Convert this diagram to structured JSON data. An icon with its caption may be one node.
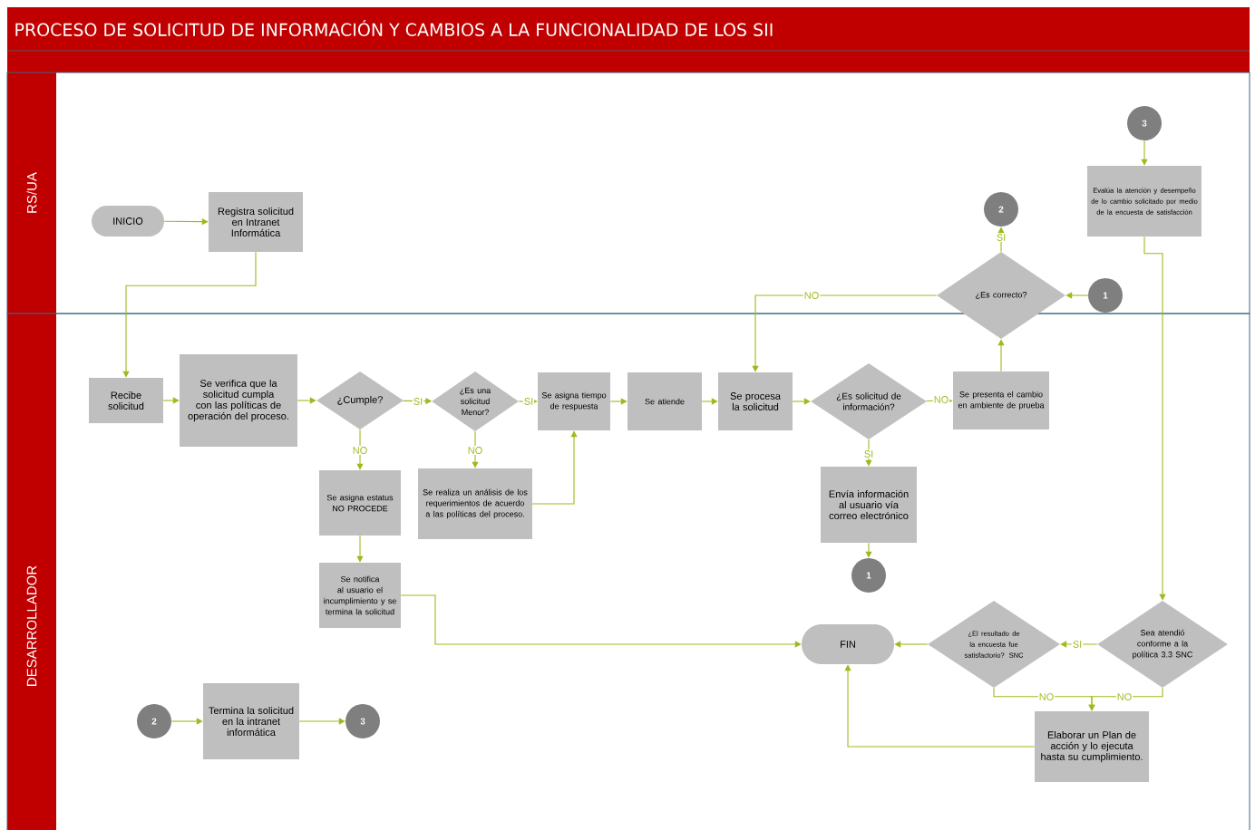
{
  "diagram": {
    "title": "PROCESO DE SOLICITUD DE INFORMACIÓN Y CAMBIOS A LA FUNCIONALIDAD DE LOS SII",
    "nodes": [
      {
        "text": [
          "RS/UA"
        ]
      },
      {
        "text": [
          "DESARROLLADOR"
        ]
      },
      {
        "text": [
          "INICIO"
        ],
        "in": 0
      },
      {
        "text": [
          "Registra solicitud en Intranet Informática"
        ],
        "in": 0
      },
      {
        "text": [
          "3"
        ],
        "in": 0
      },
      {
        "text": [
          "Evalúa la atención y desempeño de lo cambio solicitado por medio de la encuesta de satisfacción"
        ],
        "in": 0
      },
      {
        "text": [
          "2"
        ],
        "in": 0
      },
      {
        "text": [
          "¿Es correcto?"
        ]
      },
      {
        "text": [
          "1"
        ],
        "in": 0
      },
      {
        "text": [
          "Recibe solicitud"
        ],
        "in": 1
      },
      {
        "text": [
          "Se verifica que la solicitud cumpla con las políticas de operación del proceso."
        ],
        "in": 1
      },
      {
        "text": [
          "¿Cumple?"
        ],
        "in": 1
      },
      {
        "text": [
          "¿Es una solicitud Menor?"
        ],
        "in": 1
      },
      {
        "text": [
          "Se asigna tiempo de respuesta"
        ],
        "in": 1
      },
      {
        "text": [
          "Se atiende"
        ],
        "in": 1
      },
      {
        "text": [
          "Se procesa la solicitud"
        ],
        "in": 1
      },
      {
        "text": [
          "¿Es solicitud de información?"
        ],
        "in": 1
      },
      {
        "text": [
          "Se presenta el cambio en ambiente de prueba"
        ],
        "in": 1
      },
      {
        "text": [
          "Se asigna estatus NO PROCEDE"
        ],
        "in": 1
      },
      {
        "text": [
          "Se realiza un análisis de los requerimientos de acuerdo a las políticas del proceso."
        ],
        "in": 1
      },
      {
        "text": [
          "Envía información al usuario vía correo electrónico"
        ],
        "in": 1
      },
      {
        "text": [
          "1"
        ],
        "in": 1
      },
      {
        "text": [
          "Se notifica al usuario el incumplimiento y se termina la solicitud"
        ],
        "in": 1
      },
      {
        "text": [
          "FIN"
        ],
        "in": 1
      },
      {
        "text": [
          "¿El resultado de la encuesta fue satisfactorio? SNC"
        ],
        "in": 1
      },
      {
        "text": [
          "Sea atendió conforme a la política 3.3 SNC"
        ],
        "in": 1
      },
      {
        "text": [
          "Elaborar un Plan de acción y lo ejecuta hasta su cumplimiento."
        ],
        "in": 1
      },
      {
        "text": [
          "2"
        ],
        "in": 1
      },
      {
        "text": [
          "Termina la solicitud en la intranet informática"
        ],
        "in": 1
      },
      {
        "text": [
          "3"
        ],
        "in": 1
      }
    ],
    "edges": [
      {
        "from": 2,
        "to": 3,
        "arrow": "to"
      },
      {
        "from": 3,
        "to": 9,
        "arrow": "to"
      },
      {
        "from": 9,
        "to": 10,
        "arrow": "to"
      },
      {
        "from": 10,
        "to": 11,
        "arrow": "to"
      },
      {
        "from": 11,
        "to": 12,
        "arrow": "to",
        "label": "SI"
      },
      {
        "from": 12,
        "to": 13,
        "arrow": "to",
        "label": "SI"
      },
      {
        "from": 13,
        "to": 14,
        "arrow": "to"
      },
      {
        "from": 14,
        "to": 15,
        "arrow": "to"
      },
      {
        "from": 15,
        "to": 16,
        "arrow": "to"
      },
      {
        "from": 16,
        "to": 17,
        "arrow": "to",
        "label": "NO"
      },
      {
        "from": 16,
        "to": 20,
        "arrow": "to",
        "label": "SI"
      },
      {
        "from": 20,
        "to": 21,
        "arrow": "to"
      },
      {
        "from": 17,
        "to": 7,
        "arrow": "to"
      },
      {
        "from": 8,
        "to": 7,
        "arrow": "to"
      },
      {
        "from": 7,
        "to": 6,
        "arrow": "to",
        "label": "SI"
      },
      {
        "from": 7,
        "to": 15,
        "arrow": "to",
        "label": "NO"
      },
      {
        "from": 11,
        "to": 18,
        "arrow": "to",
        "label": "NO"
      },
      {
        "from": 12,
        "to": 19,
        "arrow": "to",
        "label": "NO"
      },
      {
        "from": 19,
        "to": 13,
        "arrow": "to"
      },
      {
        "from": 18,
        "to": 22,
        "arrow": "to"
      },
      {
        "from": 22,
        "to": 23,
        "arrow": "to"
      },
      {
        "from": 4,
        "to": 5,
        "arrow": "to"
      },
      {
        "from": 5,
        "to": 25,
        "arrow": "to"
      },
      {
        "from": 25,
        "to": 24,
        "arrow": "to",
        "label": "SI"
      },
      {
        "from": 24,
        "to": 23,
        "arrow": "to"
      },
      {
        "from": 25,
        "to": 26,
        "arrow": "to",
        "label": "NO"
      },
      {
        "from": 24,
        "to": 26,
        "arrow": "to",
        "label": "NO"
      },
      {
        "from": 26,
        "to": 23,
        "arrow": "to"
      },
      {
        "from": 27,
        "to": 28,
        "arrow": "to"
      },
      {
        "from": 28,
        "to": 29,
        "arrow": "to"
      }
    ]
  }
}
